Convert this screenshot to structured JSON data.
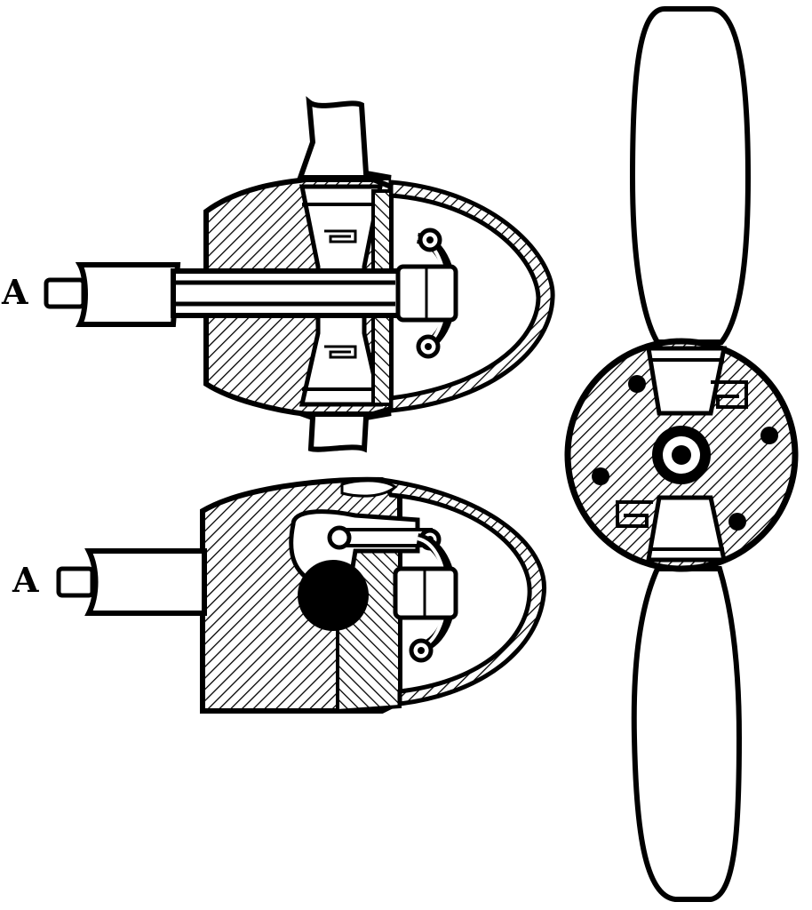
{
  "figure": {
    "labels": {
      "shaft_top": "A",
      "shaft_bottom": "A"
    },
    "views": [
      "top-sectional-view",
      "bottom-sectional-view",
      "propeller-front-view"
    ],
    "colors": {
      "ink": "#000000",
      "paper": "#ffffff"
    }
  }
}
